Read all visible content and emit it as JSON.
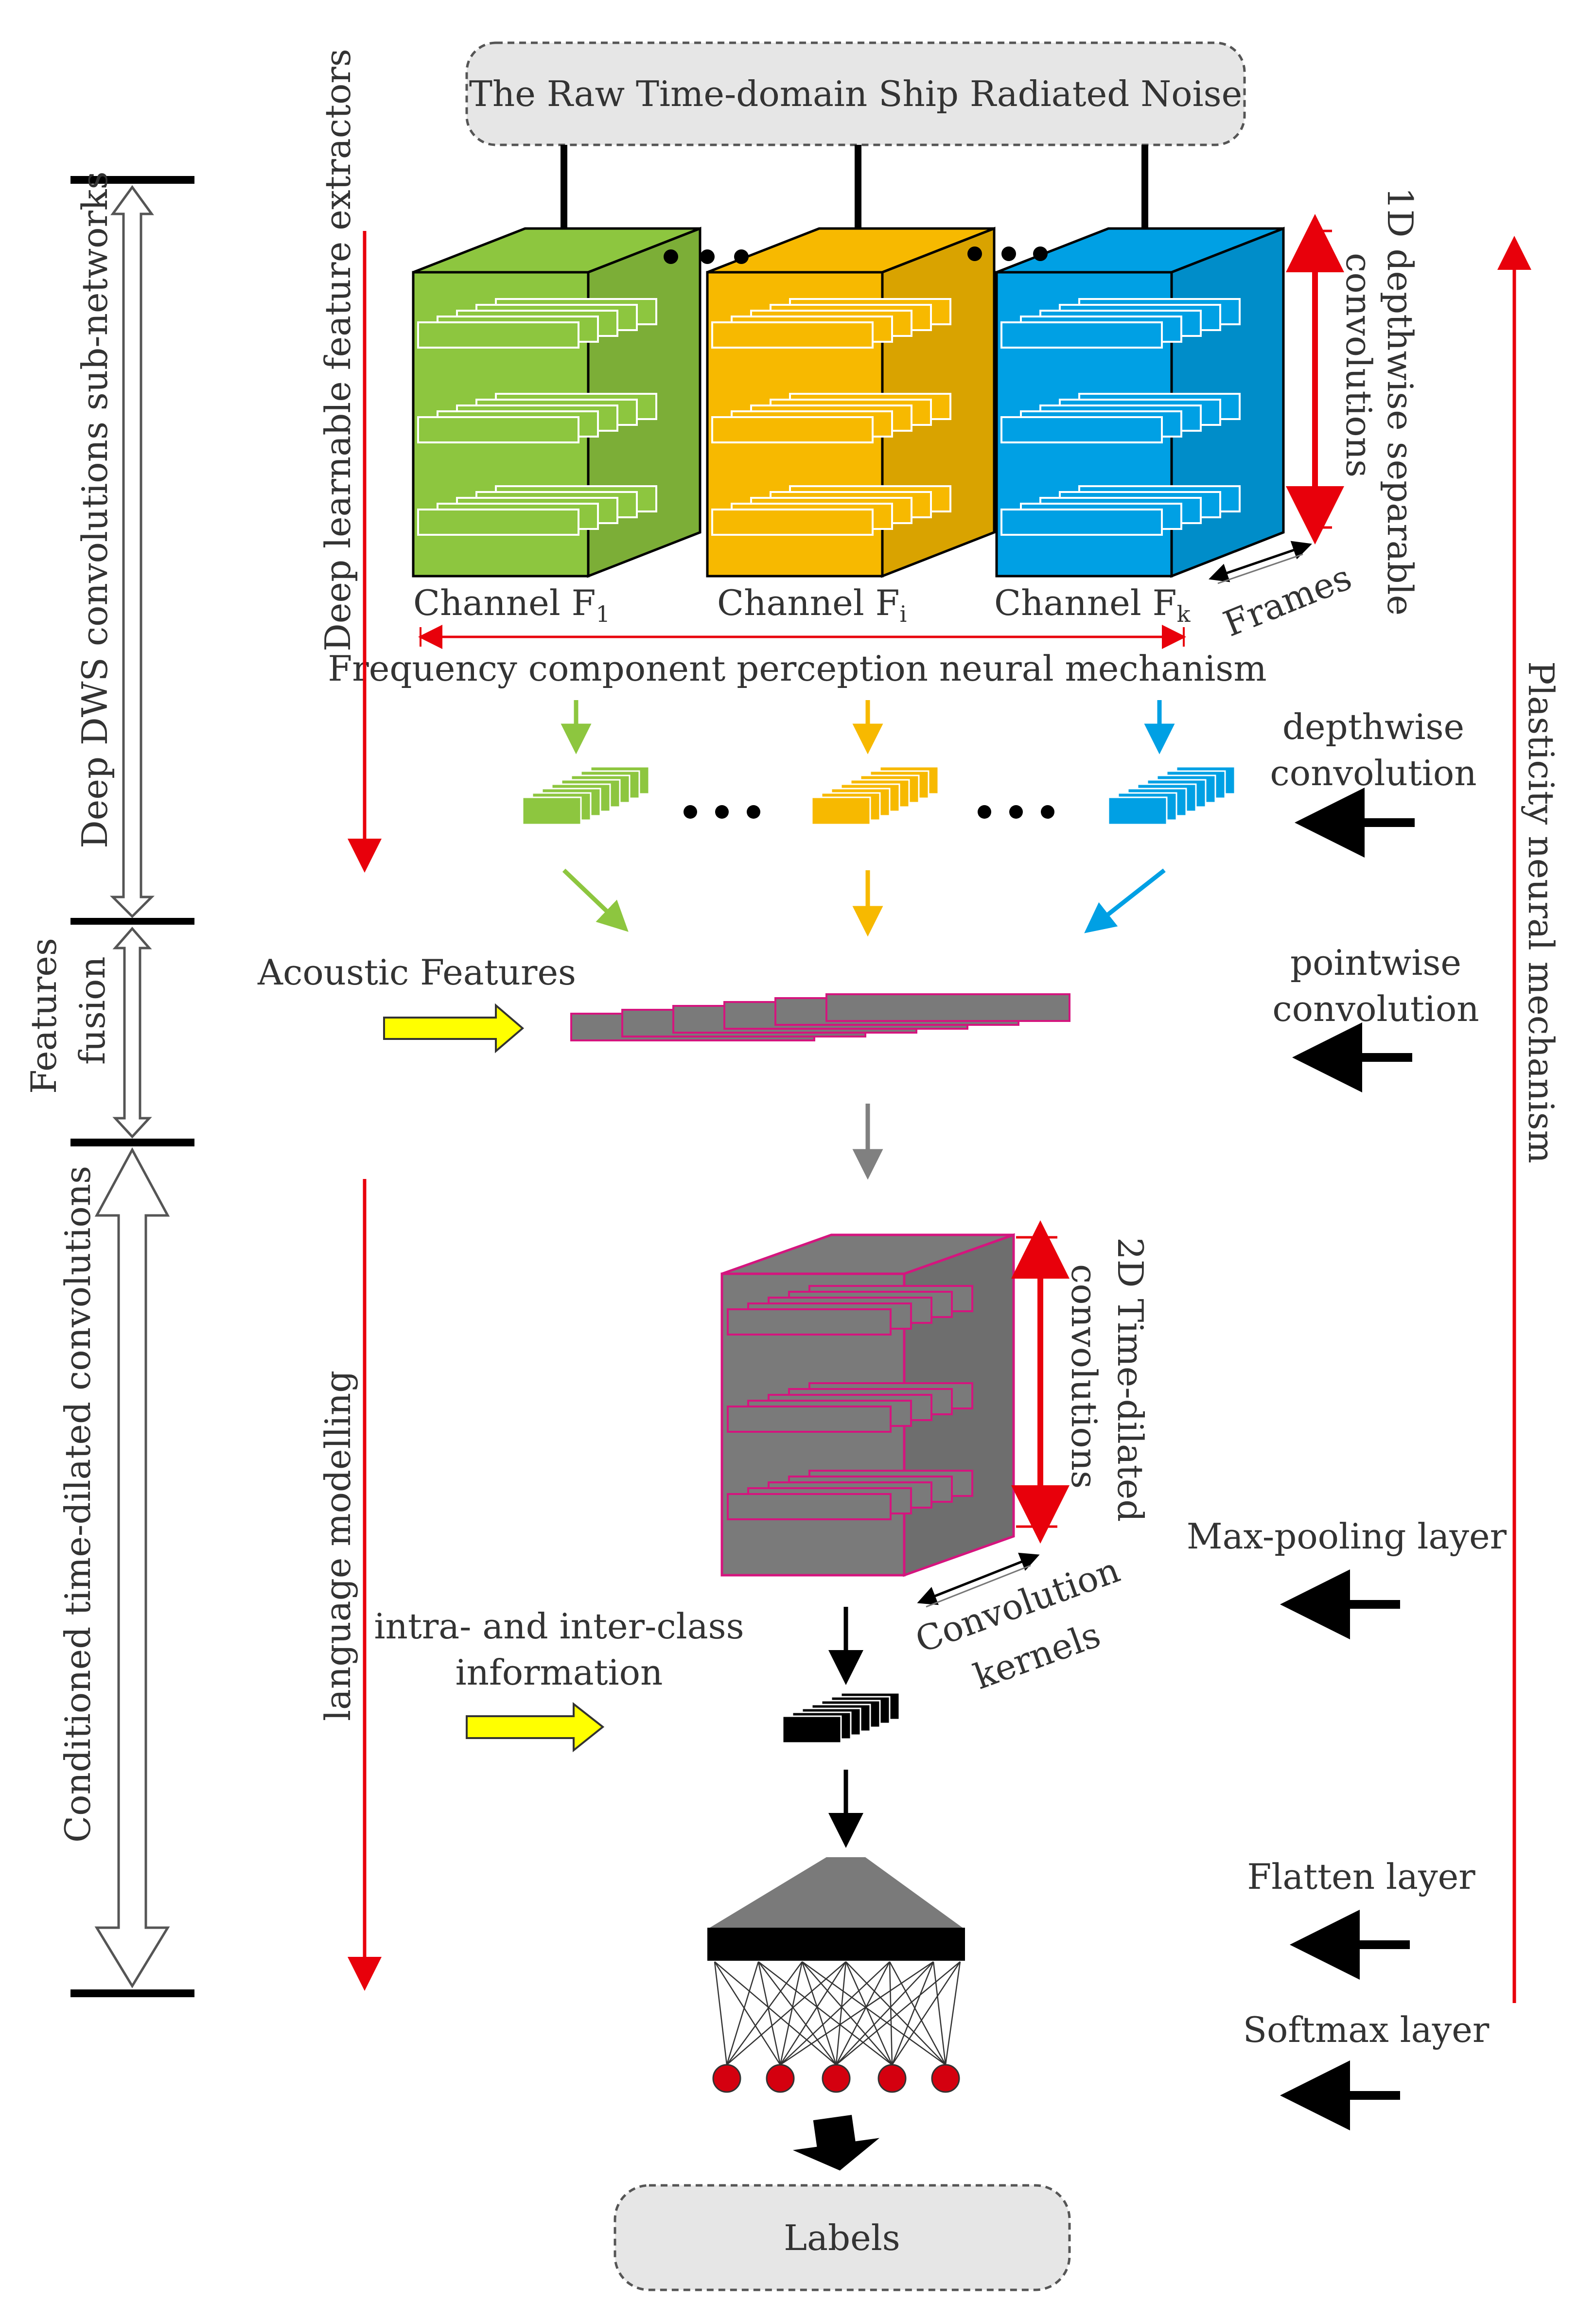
{
  "title_box": "The Raw Time-domain Ship Radiated Noise",
  "output_box": "Labels",
  "channels": [
    {
      "base": "Channel F",
      "sub": "1",
      "color": "#8dc63f"
    },
    {
      "base": "Channel F",
      "sub": "i",
      "color": "#f7b900"
    },
    {
      "base": "Channel F",
      "sub": "k",
      "color": "#00a0e4"
    }
  ],
  "frames_label": "Frames",
  "dws_label_line1": "1D depthwise separable",
  "dws_label_line2": "convolutions",
  "frequency_label": "Frequency component perception neural mechanism",
  "extractor_label": "Deep learnable feature extractors",
  "left_brackets": {
    "top": "Deep DWS convolutions sub-networks",
    "middle_line1": "Features",
    "middle_line2": "fusion",
    "bottom": "Conditioned time-dilated convolutions"
  },
  "acoustic_label": "Acoustic Features",
  "language_label": "language modelling",
  "tdc_label_line1": "2D Time-dilated",
  "tdc_label_line2": "convolutions",
  "kernels_line1": "Convolution",
  "kernels_line2": "kernels",
  "intra_line1": "intra- and inter-class",
  "intra_line2": "information",
  "right_layers": {
    "depthwise_line1": "depthwise",
    "depthwise_line2": "convolution",
    "pointwise_line1": "pointwise",
    "pointwise_line2": "convolution",
    "maxpool": "Max-pooling layer",
    "flatten": "Flatten layer",
    "softmax": "Softmax layer"
  },
  "plasticity_label": "Plasticity neural mechanism",
  "colors": {
    "red_arrow": "#e8000b",
    "magenta": "#d4157e",
    "gray_block": "#7a7a7a",
    "yellow_arrow": "#ffff00",
    "node_red": "#d4000f"
  }
}
